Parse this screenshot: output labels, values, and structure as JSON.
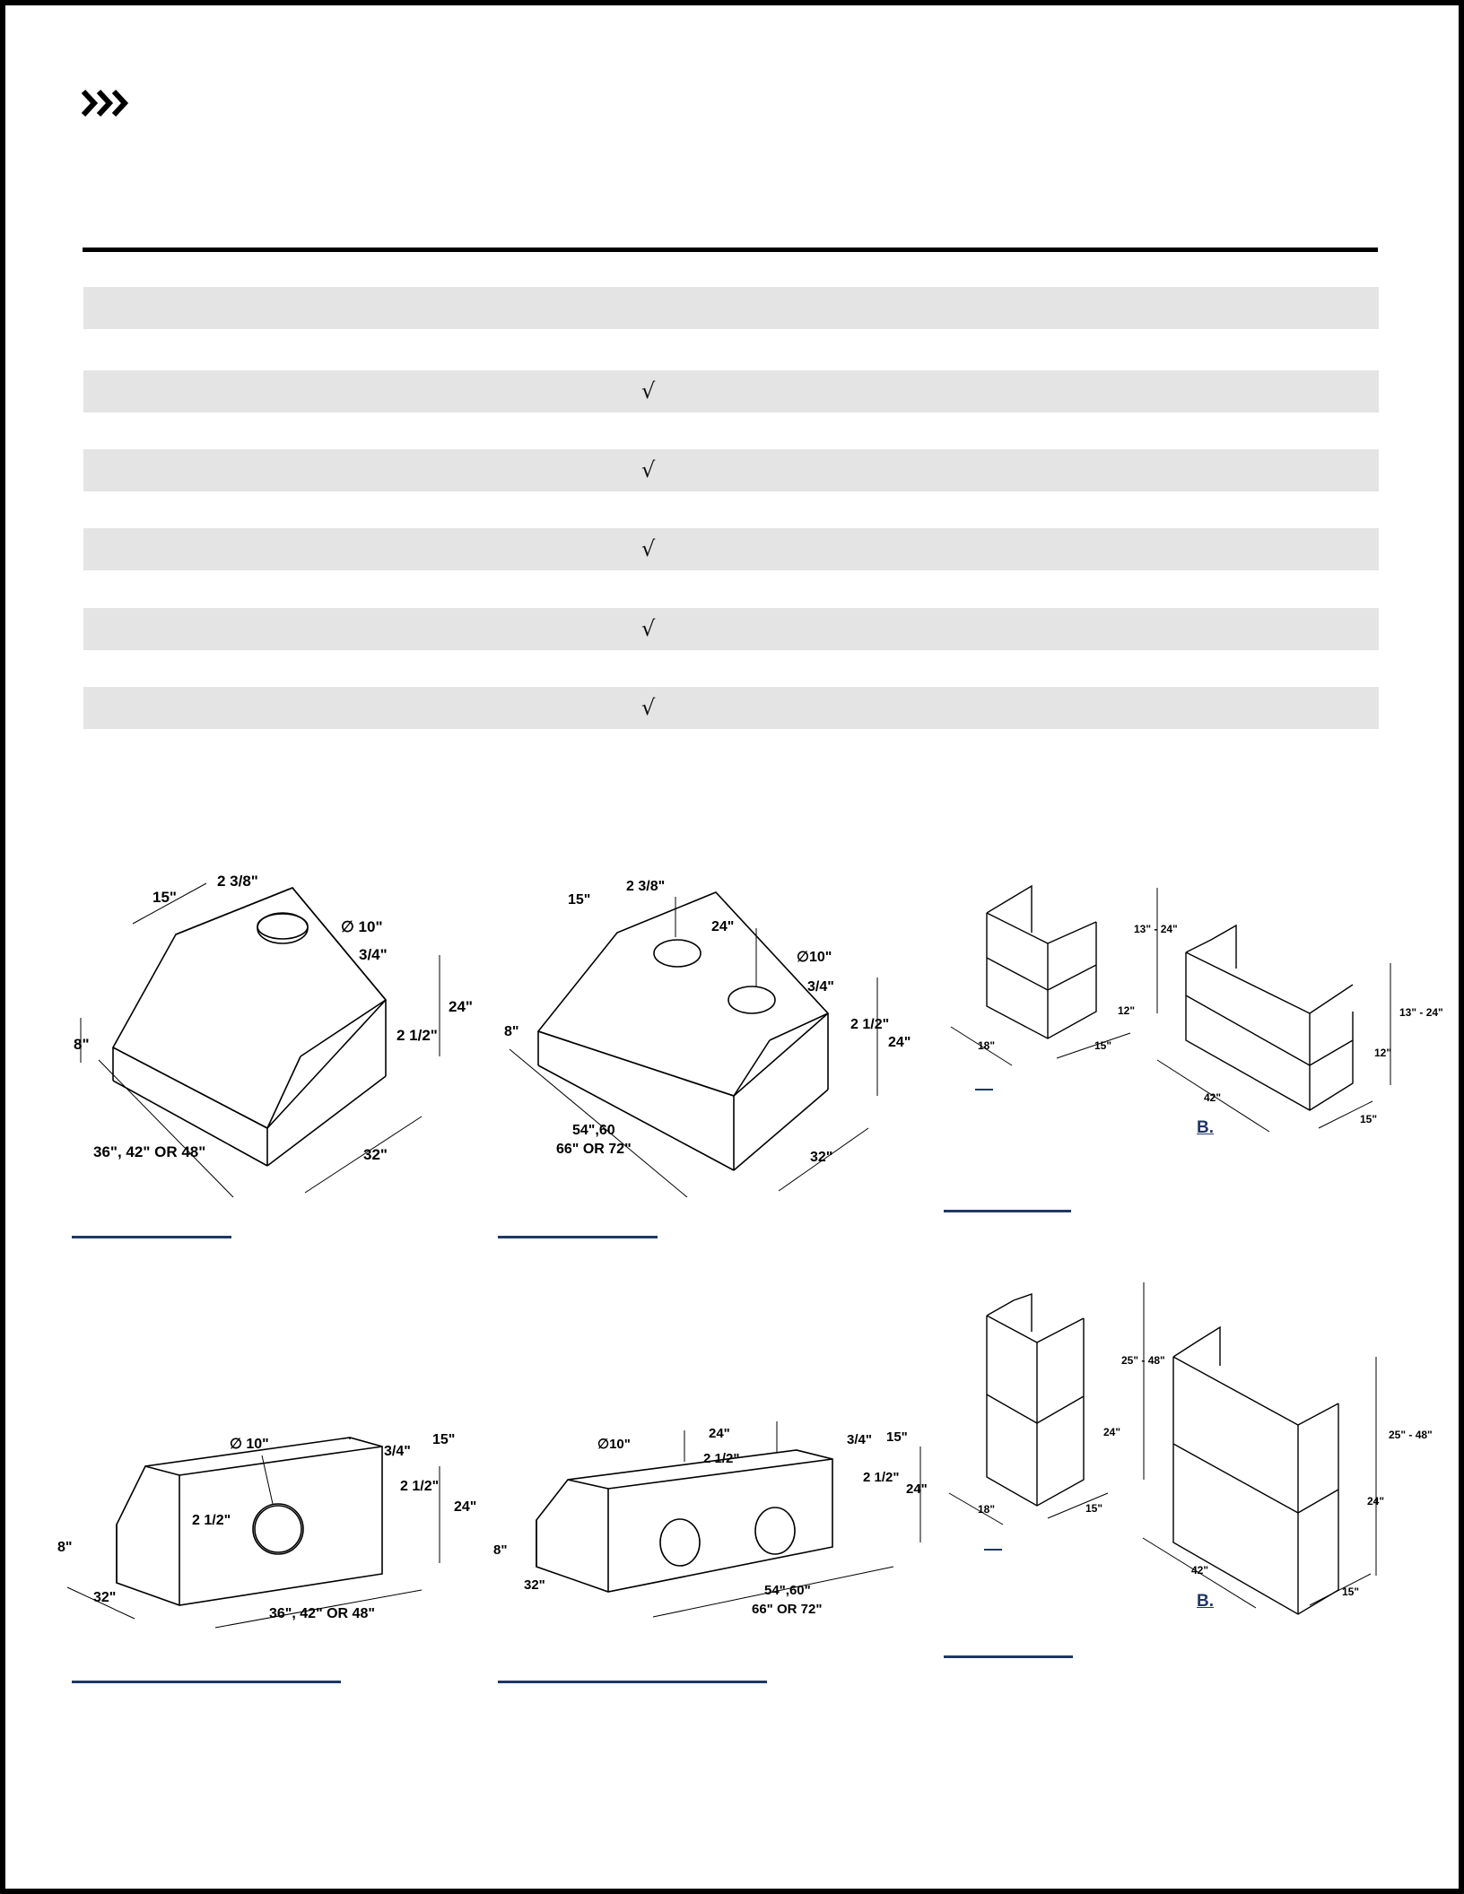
{
  "spec_table": {
    "rows": [
      {
        "check": ""
      },
      {
        "check": "√"
      },
      {
        "check": "√"
      },
      {
        "check": "√"
      },
      {
        "check": "√"
      },
      {
        "check": "√"
      }
    ]
  },
  "drawings": {
    "single_front": {
      "dims": {
        "top_w": "15\"",
        "offset": "2 3/8\"",
        "duct": "∅ 10\"",
        "lip": "3/4\"",
        "side_gap": "2 1/2\"",
        "height": "24\"",
        "front_h": "8\"",
        "width": "36\", 42\" OR 48\"",
        "depth": "32\""
      }
    },
    "dual_front": {
      "dims": {
        "top_w": "15\"",
        "offset": "2 3/8\"",
        "spacing": "24\"",
        "duct": "∅10\"",
        "lip": "3/4\"",
        "side_gap": "2 1/2\"",
        "height": "24\"",
        "front_h": "8\"",
        "width_1": "54\",60",
        "width_2": "66\" OR 72\"",
        "depth": "32\""
      }
    },
    "single_back": {
      "dims": {
        "duct": "∅ 10\"",
        "lip": "3/4\"",
        "top_w": "15\"",
        "side_gap": "2 1/2\"",
        "height": "24\"",
        "inner_gap": "2 1/2\"",
        "front_h": "8\"",
        "depth": "32\"",
        "width": "36\", 42\" OR 48\""
      }
    },
    "dual_back": {
      "dims": {
        "duct": "∅10\"",
        "spacing": "24\"",
        "gap_mid": "2 1/2\"",
        "lip": "3/4\"",
        "top_w": "15\"",
        "side_gap": "2 1/2\"",
        "height": "24\"",
        "front_h": "8\"",
        "depth": "32\"",
        "width_1": "54\",60\"",
        "width_2": "66\" OR 72\""
      }
    },
    "chimney_short": {
      "dims": {
        "range_a": "13\" - 24\"",
        "seg_a": "12\"",
        "w_a": "18\"",
        "d_a": "15\"",
        "range_b": "13\" - 24\"",
        "seg_b": "12\"",
        "w_b": "42\"",
        "d_b": "15\""
      },
      "label_b": "B."
    },
    "chimney_tall": {
      "dims": {
        "range_a": "25\" - 48\"",
        "seg_a": "24\"",
        "w_a": "18\"",
        "d_a": "15\"",
        "range_b": "25\" - 48\"",
        "seg_b": "24\"",
        "w_b": "42\"",
        "d_b": "15\""
      },
      "label_b": "B."
    }
  }
}
